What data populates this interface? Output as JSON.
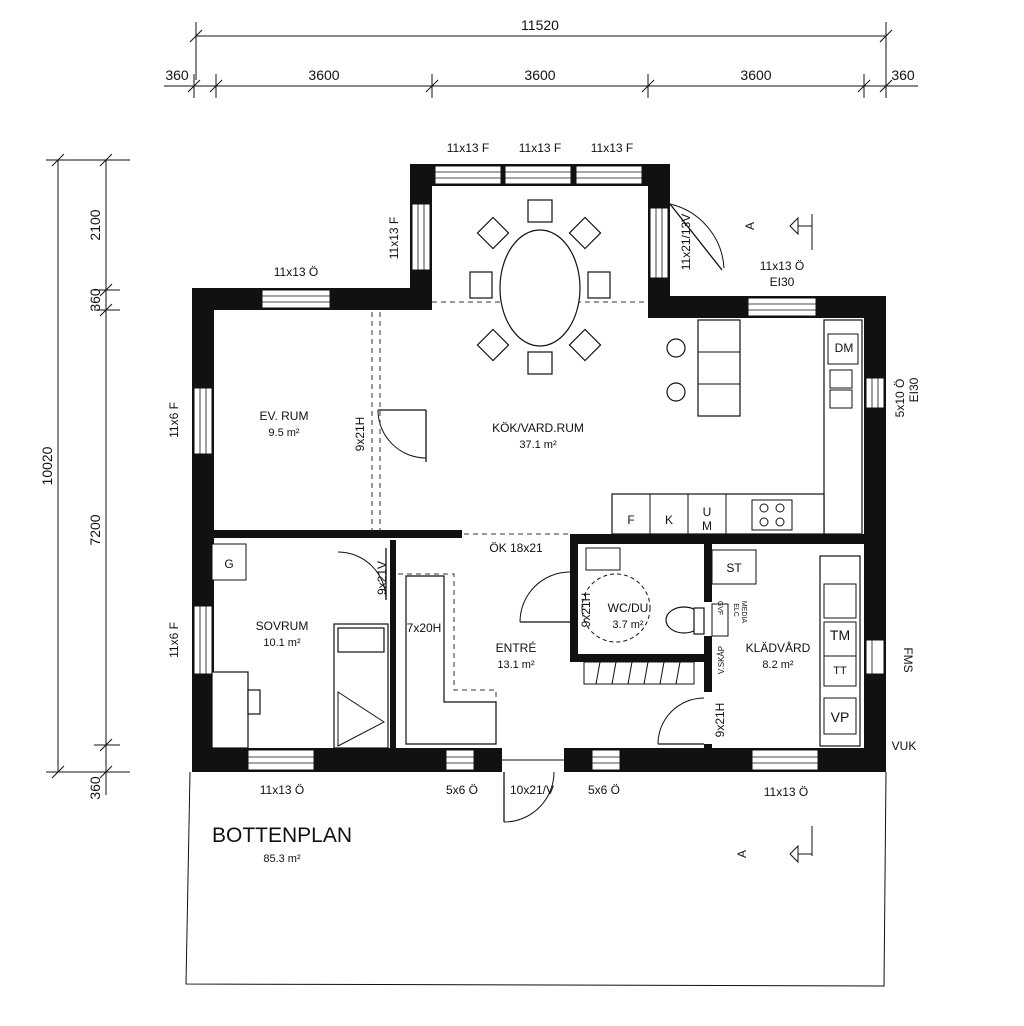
{
  "dimensions": {
    "overall_width": "11520",
    "top_segments": [
      "360",
      "3600",
      "3600",
      "3600",
      "360"
    ],
    "overall_depth": "10020",
    "left_segments": [
      "2100",
      "360",
      "7200",
      "360"
    ]
  },
  "rooms": {
    "ev_rum": {
      "name": "EV. RUM",
      "area": "9.5 m²"
    },
    "kok": {
      "name": "KÖK/VARD.RUM",
      "area": "37.1 m²"
    },
    "sovrum": {
      "name": "SOVRUM",
      "area": "10.1 m²"
    },
    "entre": {
      "name": "ENTRÉ",
      "area": "13.1 m²"
    },
    "wc": {
      "name": "WC/DU",
      "area": "3.7 m²"
    },
    "kladvard": {
      "name": "KLÄDVÅRD",
      "area": "8.2 m²"
    }
  },
  "windows": {
    "top_1": "11x13 F",
    "top_2": "11x13 F",
    "top_3": "11x13 F",
    "bay_left": "11x13 F",
    "bay_door": "11x21/13V",
    "evrum_top": "11x13 Ö",
    "kitchen_top": "11x13 Ö",
    "kitchen_top_rating": "EI30",
    "right_side": "5x10 Ö",
    "right_side_rating": "EI30",
    "left_upper": "11x6 F",
    "left_lower": "11x6 F",
    "bottom_1": "11x13 Ö",
    "bottom_2": "5x6 Ö",
    "bottom_3": "5x6 Ö",
    "bottom_4": "11x13 Ö"
  },
  "doors": {
    "evrum": "9x21H",
    "opening": "ÖK 18x21",
    "sovrum": "9x21V",
    "closet": "7x20H",
    "wc": "9x21H",
    "kladvard": "9x21H",
    "entrance": "10x21/V"
  },
  "appliances": {
    "diskmaskin": "DM",
    "frys": "F",
    "kyl": "K",
    "mikro": "U",
    "mikro_2": "M",
    "garderob": "G",
    "stad": "ST",
    "torktumlare": "TM",
    "tvatt": "TT",
    "varmepump": "VP",
    "fms": "FMS",
    "vuk": "VUK",
    "vskap": "V.SKÅP",
    "elc": "ELC",
    "media": "MEDIA",
    "gvf": "GVF"
  },
  "plan": {
    "title": "BOTTENPLAN",
    "area": "85.3 m²"
  },
  "section_marks": {
    "top": "A",
    "bottom": "A"
  }
}
